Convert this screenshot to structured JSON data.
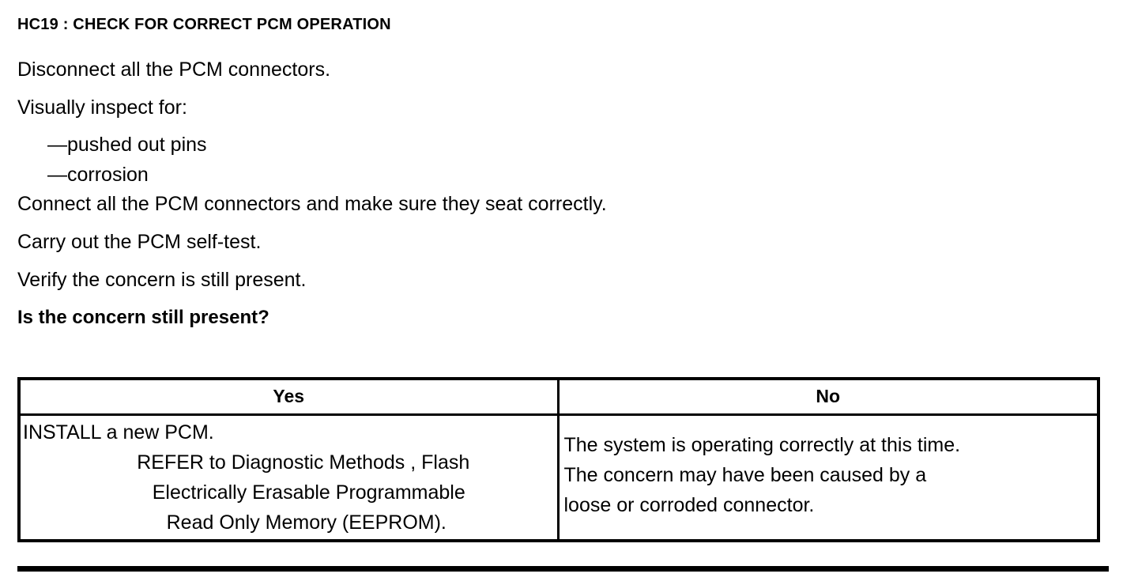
{
  "document": {
    "title": "HC19 : CHECK FOR CORRECT PCM OPERATION",
    "steps": [
      "Disconnect all the PCM connectors.",
      "Visually inspect for:"
    ],
    "inspect_items": [
      "—pushed out pins",
      "—corrosion"
    ],
    "steps_after": [
      "Connect all the PCM connectors and make sure they seat correctly.",
      "Carry out the PCM self-test.",
      "Verify the concern is still present."
    ],
    "question": "Is the concern still present?"
  },
  "decision_table": {
    "headers": {
      "yes": "Yes",
      "no": "No"
    },
    "yes_cell": {
      "line1": "INSTALL a new PCM.",
      "line2": "REFER to Diagnostic Methods , Flash",
      "line3": "Electrically Erasable Programmable",
      "line4": "Read Only Memory (EEPROM)."
    },
    "no_cell": {
      "line1": "The system is operating correctly at this time.",
      "line2": "The concern may have been caused by a",
      "line3": "loose or corroded connector."
    }
  },
  "colors": {
    "ink": "#000000",
    "paper": "#ffffff"
  }
}
